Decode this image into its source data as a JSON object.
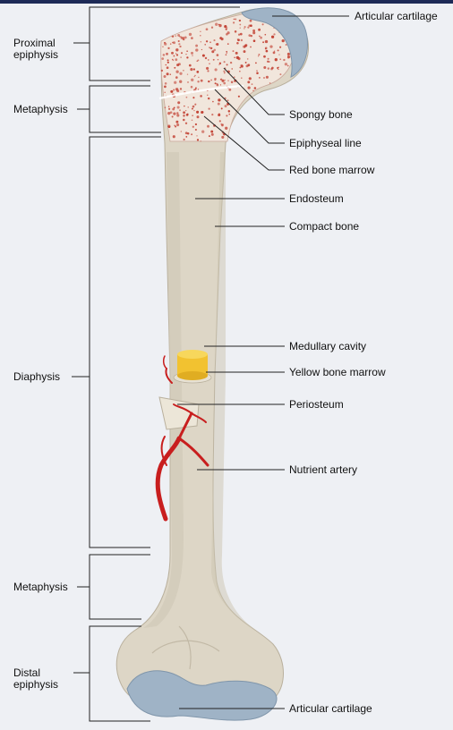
{
  "colors": {
    "background": "#eef0f4",
    "top_bar": "#1d2a57",
    "bone": "#ddd6c6",
    "bone_shadow": "#c7bfae",
    "spongy_fill": "#f1e6dc",
    "spongy_dots": "#c0392b",
    "cartilage": "#9fb3c6",
    "yellow_marrow": "#f2c230",
    "artery": "#c81e1e",
    "leader": "#222222"
  },
  "left_labels": {
    "proximal_epiphysis": "Proximal\nepiphysis",
    "metaphysis_top": "Metaphysis",
    "diaphysis": "Diaphysis",
    "metaphysis_bottom": "Metaphysis",
    "distal_epiphysis": "Distal\nepiphysis"
  },
  "right_labels": {
    "articular_cartilage_top": "Articular cartilage",
    "spongy_bone": "Spongy bone",
    "epiphyseal_line": "Epiphyseal line",
    "red_bone_marrow": "Red bone marrow",
    "endosteum": "Endosteum",
    "compact_bone": "Compact bone",
    "medullary_cavity": "Medullary cavity",
    "yellow_bone_marrow": "Yellow bone marrow",
    "periosteum": "Periosteum",
    "nutrient_artery": "Nutrient artery",
    "articular_cartilage_bottom": "Articular cartilage"
  },
  "icons": {
    "bone": "long-bone-illustration",
    "artery": "nutrient-artery-vessel",
    "marrow": "yellow-marrow-cylinder"
  }
}
